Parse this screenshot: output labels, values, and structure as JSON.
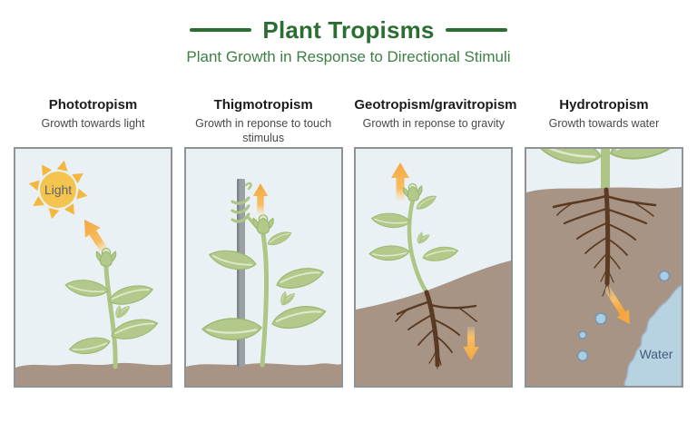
{
  "header": {
    "title": "Plant Tropisms",
    "subtitle": "Plant Growth in Response to Directional Stimuli"
  },
  "panels": [
    {
      "title": "Phototropism",
      "caption": "Growth towards light",
      "scene_label": "Light"
    },
    {
      "title": "Thigmotropism",
      "caption": "Growth in reponse to touch stimulus"
    },
    {
      "title": "Geotropism/gravitropism",
      "caption": "Growth in reponse to gravity"
    },
    {
      "title": "Hydrotropism",
      "caption": "Growth towards water",
      "scene_label": "Water"
    }
  ],
  "icons": [
    "sun-icon",
    "up-left-arrow-icon",
    "up-arrow-icon",
    "down-arrow-icon",
    "curved-down-arrow-icon"
  ],
  "colors": {
    "title_green": "#2c6e31",
    "subtitle_green": "#3d8044",
    "heading_text": "#1c1c1c",
    "caption_text": "#484848",
    "sky": "#e9f1f4",
    "soil": "#a89484",
    "plant_green": "#aec685",
    "leaf_green": "#b2c98b",
    "leaf_vein": "#dfe9cb",
    "root_brown": "#5a3a22",
    "arrow_orange": "#f6ad47",
    "sun_yellow": "#f3c54f",
    "sun_ray": "#f4b63e",
    "pole_gray": "#9aa0a4",
    "water_blue": "#b7d3e1",
    "water_text": "#47597a",
    "panel_border": "#8e9396",
    "light_label": "#5f6469"
  }
}
